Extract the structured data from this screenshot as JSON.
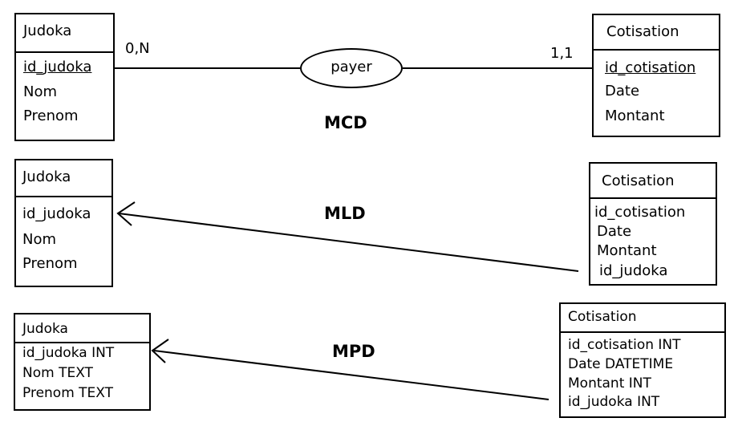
{
  "mcd": {
    "section_label": "MCD",
    "judoka": {
      "title": "Judoka",
      "attrs": [
        "id_judoka",
        "Nom",
        "Prenom"
      ]
    },
    "cotisation": {
      "title": "Cotisation",
      "attrs": [
        "id_cotisation",
        "Date",
        "Montant"
      ]
    },
    "relation": "payer",
    "card_left": "0,N",
    "card_right": "1,1"
  },
  "mld": {
    "section_label": "MLD",
    "judoka": {
      "title": "Judoka",
      "attrs": [
        "id_judoka",
        "Nom",
        "Prenom"
      ]
    },
    "cotisation": {
      "title": "Cotisation",
      "attrs": [
        "id_cotisation",
        "Date",
        "Montant",
        "id_judoka"
      ]
    }
  },
  "mpd": {
    "section_label": "MPD",
    "judoka": {
      "title": "Judoka",
      "attrs": [
        "id_judoka INT",
        "Nom TEXT",
        "Prenom TEXT"
      ]
    },
    "cotisation": {
      "title": "Cotisation",
      "attrs": [
        "id_cotisation INT",
        "Date DATETIME",
        "Montant INT",
        "id_judoka INT"
      ]
    }
  }
}
